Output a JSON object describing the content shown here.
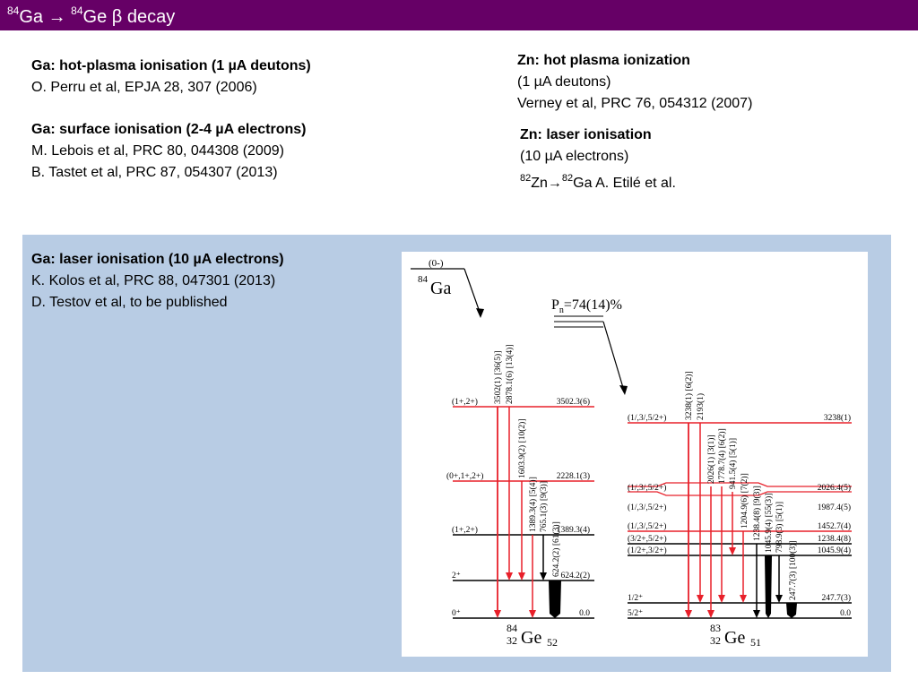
{
  "header": {
    "title_mass1": "84",
    "title_el1": "Ga",
    "title_arrow": "→",
    "title_mass2": "84",
    "title_el2": "Ge β decay",
    "bar_color": "#660066"
  },
  "refs_left": {
    "hotplasma": {
      "heading": "Ga: hot-plasma ionisation (1 µA deutons)",
      "line1": "O. Perru et al, EPJA 28, 307 (2006)"
    },
    "surface": {
      "heading": "Ga: surface ionisation (2-4 µA electrons)",
      "line1": "M. Lebois et al, PRC 80, 044308 (2009)",
      "line2": "B. Tastet et al, PRC 87, 054307 (2013)"
    }
  },
  "refs_right": {
    "zn_plasma": {
      "heading": "Zn: hot plasma ionization",
      "line1": "(1 µA deutons)",
      "line2": "Verney et al, PRC 76, 054312 (2007)"
    },
    "zn_laser": {
      "heading": "Zn: laser ionisation",
      "line1": "(10 µA electrons)",
      "mass_a": "82",
      "el_a": "Zn→",
      "mass_b": "82",
      "rest": "Ga A. Etilé et al."
    }
  },
  "laser_box": {
    "heading": "Ga: laser ionisation (10 µA electrons)",
    "line1": "K. Kolos et al, PRC 88, 047301 (2013)",
    "line2": "D. Testov et al, to be published",
    "bg_color": "#b8cce4"
  },
  "level_scheme": {
    "parent": {
      "spin": "(0-)",
      "mass": "84",
      "symbol": "Ga"
    },
    "pn": {
      "label": "P",
      "sub": "n",
      "value": "=74(14)%"
    },
    "ge84": {
      "mass": "84",
      "z": "32",
      "symbol": "Ge",
      "n": "52",
      "levels": [
        {
          "spin": "(1+,2+)",
          "energy": "3502.3(6)"
        },
        {
          "spin": "(0+,1+,2+)",
          "energy": "2228.1(3)"
        },
        {
          "spin": "(1+,2+)",
          "energy": "1389.3(4)"
        },
        {
          "spin": "2⁺",
          "energy": "624.2(2)"
        },
        {
          "spin": "0⁺",
          "energy": "0.0"
        }
      ],
      "gammas": [
        "3502(1) [36(5)]",
        "2878.1(6) [13(4)]",
        "1603.9(2) [10(2)]",
        "1389.3(4) [5(4)]",
        "765.1(3) [9(3)]",
        "624.2(2) [61(3)]"
      ]
    },
    "ge83": {
      "mass": "83",
      "z": "32",
      "symbol": "Ge",
      "n": "51",
      "levels": [
        {
          "spin": "(1/,3/,5/2+)",
          "energy": "3238(1)"
        },
        {
          "spin": "(1/,3/,5/2+)",
          "energy": "2026.4(5)"
        },
        {
          "spin": "(1/,3/,5/2+)",
          "energy": "1987.4(5)"
        },
        {
          "spin": "(1/,3/,5/2+)",
          "energy": "1452.7(4)"
        },
        {
          "spin": "(3/2+,5/2+)",
          "energy": "1238.4(8)"
        },
        {
          "spin": "(1/2+,3/2+)",
          "energy": "1045.9(4)"
        },
        {
          "spin": "1/2⁺",
          "energy": "247.7(3)"
        },
        {
          "spin": "5/2⁺",
          "energy": "0.0"
        }
      ],
      "gammas": [
        "3238(1) [6(2)]",
        "2193(1)",
        "2026(1) [3(1)]",
        "1778.7(4) [6(2)]",
        "941.5(4) [5(1)]",
        "1204.9(6) [7(2)]",
        "1238.4(8) [9(3)]",
        "1045.9(4) [55(3)]",
        "798.9(3) [5(1)]",
        "247.7(3) [100(3)]"
      ]
    },
    "red_color": "#e8202a"
  }
}
